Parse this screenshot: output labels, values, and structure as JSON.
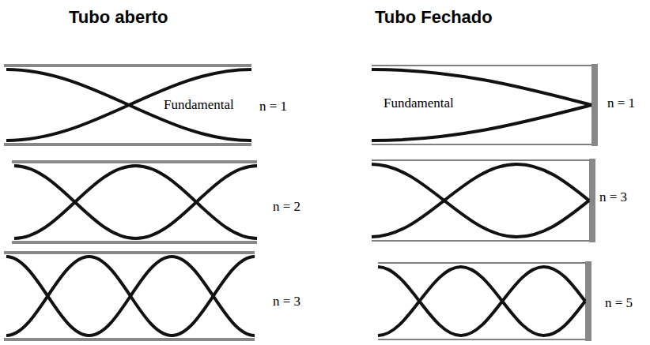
{
  "diagram": {
    "labels": [
      "Tubo aberto",
      "Tubo Fechado",
      "Fundamental",
      "n = 1",
      "Fundamental",
      "n = 1",
      "n = 2",
      "n = 3",
      "n = 3",
      "n = 5"
    ]
  }
}
